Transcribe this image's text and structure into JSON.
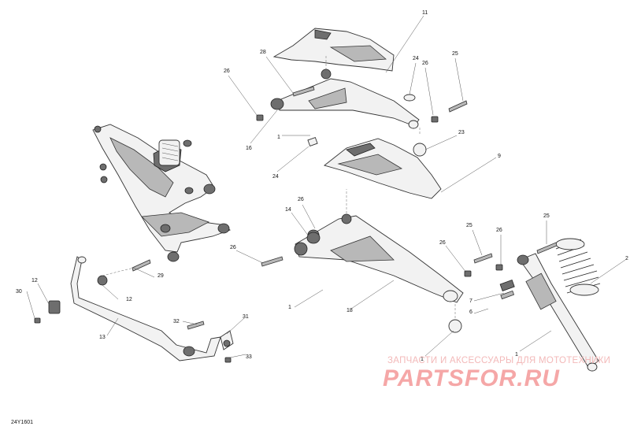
{
  "diagram_code": "24Y1601",
  "watermark": {
    "top_line": "ЗАПЧАСТИ И АКСЕССУАРЫ ДЛЯ МОТОТЕХНИКИ",
    "logo": "PARTSFOR.RU"
  },
  "callouts": {
    "c1a": "1",
    "c1b": "1",
    "c1c": "1",
    "c1d": "1",
    "c2": "2",
    "c6": "6",
    "c7": "7",
    "c9": "9",
    "c11": "11",
    "c12a": "12",
    "c12b": "12",
    "c13": "13",
    "c14": "14",
    "c16": "16",
    "c18": "18",
    "c23": "23",
    "c24a": "24",
    "c24b": "24",
    "c25a": "25",
    "c25b": "25",
    "c25c": "25",
    "c26a": "26",
    "c26b": "26",
    "c26c": "26",
    "c26d": "26",
    "c26e": "26",
    "c26f": "26",
    "c28": "28",
    "c29": "29",
    "c30": "30",
    "c31": "31",
    "c32": "32",
    "c33": "33"
  },
  "colors": {
    "line": "#333333",
    "part_fill": "#f2f2f2",
    "part_dark": "#6e6e6e",
    "watermark": "#f5a7a7"
  }
}
